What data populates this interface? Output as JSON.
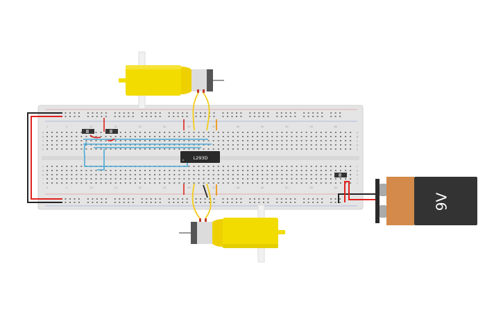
{
  "ic": {
    "label": "L293D"
  },
  "battery": {
    "label": "9V",
    "body_color": "#333333",
    "terminal_color": "#d38a4a"
  },
  "breadboard": {
    "rows_top": [
      "A",
      "B",
      "C",
      "D",
      "E"
    ],
    "rows_bottom": [
      "F",
      "G",
      "H",
      "I",
      "J"
    ],
    "column_numbers": [
      "1",
      "5",
      "10",
      "15",
      "20",
      "25",
      "30",
      "35",
      "40",
      "45",
      "50",
      "55",
      "60"
    ]
  },
  "colors": {
    "board": "#e4e4e4",
    "hole": "#777777",
    "motor_yellow": "#f2dc00",
    "wire_red": "#e0201c",
    "wire_black": "#222222",
    "wire_blue": "#4aa9d6",
    "wire_yellow": "#f3cb1b",
    "wire_orange": "#f08c00"
  }
}
